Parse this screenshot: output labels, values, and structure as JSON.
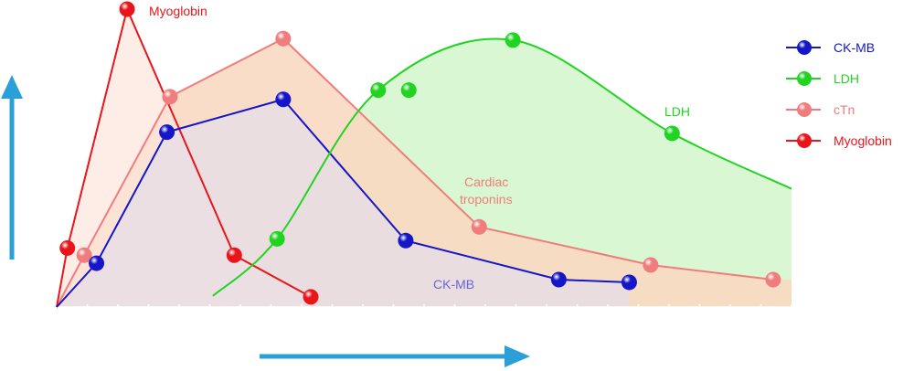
{
  "chart_data": {
    "type": "line",
    "title": "",
    "xlabel": "",
    "ylabel": "",
    "x_range": [
      0,
      24
    ],
    "y_range": [
      0,
      100
    ],
    "axis_arrow_color": "#2a9fd8",
    "series": [
      {
        "name": "Myoglobin",
        "color": "#e8161b",
        "fill": "#fde5dc",
        "points": [
          [
            0,
            0
          ],
          [
            0.35,
            19.8
          ],
          [
            2.3,
            100
          ],
          [
            5.8,
            17.4
          ],
          [
            8.3,
            3.4
          ]
        ]
      },
      {
        "name": "cTn",
        "color": "#f07d7d",
        "fill": "#f9d7c0",
        "points": [
          [
            0,
            0
          ],
          [
            0.9,
            17.4
          ],
          [
            3.7,
            70.6
          ],
          [
            7.4,
            90.1
          ],
          [
            13.8,
            26.9
          ],
          [
            19.4,
            14.1
          ],
          [
            23.4,
            9.2
          ]
        ]
      },
      {
        "name": "CK-MB",
        "color": "#1416c8",
        "fill": "#e6dde8",
        "points": [
          [
            0,
            0
          ],
          [
            1.3,
            14.7
          ],
          [
            3.6,
            58.7
          ],
          [
            7.4,
            69.7
          ],
          [
            11.4,
            22.3
          ],
          [
            16.4,
            9.2
          ],
          [
            18.7,
            8.3
          ]
        ]
      },
      {
        "name": "LDH",
        "color": "#22d422",
        "fill": "#d9f7d2",
        "curve": [
          [
            5.1,
            3.7
          ],
          [
            7.2,
            22.9
          ],
          [
            10.5,
            72.8
          ],
          [
            14.9,
            89.6
          ],
          [
            20.1,
            58.3
          ],
          [
            24,
            39.7
          ]
        ],
        "markers": [
          [
            7.2,
            22.9
          ],
          [
            10.5,
            72.8
          ],
          [
            11.5,
            72.8
          ],
          [
            14.9,
            89.6
          ],
          [
            20.1,
            58.3
          ]
        ]
      }
    ],
    "annotations": [
      {
        "text": "Myoglobin",
        "color": "#e8161b"
      },
      {
        "text": "LDH",
        "color": "#22d422"
      },
      {
        "text": "Cardiac",
        "color": "#f07d7d"
      },
      {
        "text": "troponins",
        "color": "#f07d7d"
      },
      {
        "text": "CK-MB",
        "color": "#6666dd"
      }
    ],
    "legend": {
      "position": "top-right",
      "items": [
        {
          "label": "CK-MB",
          "color": "#1416c8"
        },
        {
          "label": "LDH",
          "color": "#22d422"
        },
        {
          "label": "cTn",
          "color": "#f07d7d"
        },
        {
          "label": "Myoglobin",
          "color": "#e8161b"
        }
      ]
    }
  }
}
